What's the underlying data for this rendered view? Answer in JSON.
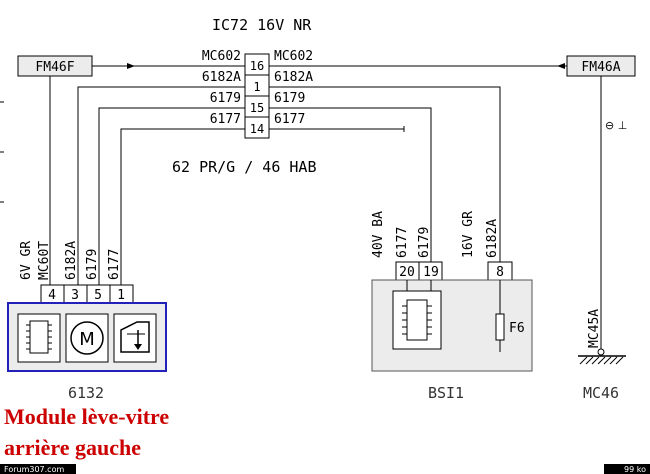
{
  "header": {
    "connector": "IC72",
    "pins": "16V",
    "color": "NR"
  },
  "ground_tags": {
    "left": "FM46F",
    "right": "FM46A"
  },
  "connector_pins": [
    {
      "pin": "16",
      "wire": "MC602"
    },
    {
      "pin": "1",
      "wire": "6182A"
    },
    {
      "pin": "15",
      "wire": "6179"
    },
    {
      "pin": "14",
      "wire": "6177"
    }
  ],
  "harness_note": "62 PR/G / 46 HAB",
  "motor_module": {
    "ref": "6132",
    "connector": {
      "pins": "6V",
      "color": "GR"
    },
    "pins": [
      {
        "pin": "4",
        "wire": "MC60T"
      },
      {
        "pin": "3",
        "wire": "6182A"
      },
      {
        "pin": "5",
        "wire": "6179"
      },
      {
        "pin": "1",
        "wire": "6177"
      }
    ]
  },
  "bsi": {
    "ref": "BSI1",
    "connector_a": {
      "pins": "40V",
      "color": "BA"
    },
    "connector_b": {
      "pins": "16V",
      "color": "GR"
    },
    "pins_a": [
      {
        "pin": "20",
        "wire": "6177"
      },
      {
        "pin": "19",
        "wire": "6179"
      }
    ],
    "pins_b": [
      {
        "pin": "8",
        "wire": "6182A"
      }
    ],
    "fuse": "F6"
  },
  "ground": {
    "wire": "MC45A",
    "ref": "MC46",
    "symbol": "⊖ ⊥"
  },
  "caption": {
    "line1": "Module lève-vitre",
    "line2": "arrière gauche"
  },
  "footer": {
    "site": "Forum307.com",
    "size": "99 ko"
  },
  "colors": {
    "line": "#000000",
    "box_fill": "#ececec",
    "module_border": "#2222bb",
    "caption": "#cc0000",
    "footer_bar": "#000000"
  },
  "icons": [
    "chip-icon",
    "motor-icon",
    "window-switch-icon",
    "chip-icon"
  ]
}
